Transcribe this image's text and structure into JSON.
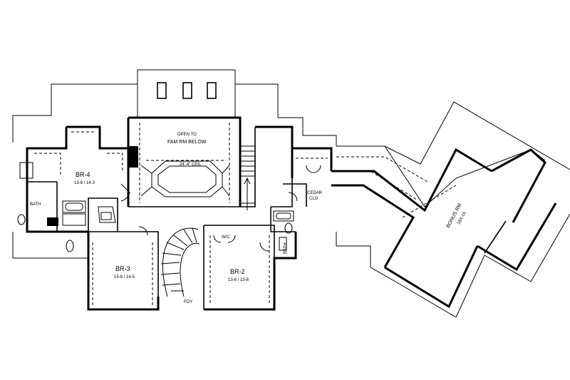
{
  "rooms": {
    "br4": {
      "name": "BR-4",
      "dims": "13-6 / 14-3"
    },
    "bath_left": {
      "name": "BATH"
    },
    "open_to": {
      "line1": "OPEN TO",
      "line2": "FAM RM BELOW",
      "ceiling": "24'-4\" CEIL"
    },
    "cedar": {
      "line1": "CEDAR",
      "line2": "CLO"
    },
    "wic": {
      "name": "W/C"
    },
    "bath_center": {
      "name": "BATH"
    },
    "br3": {
      "name": "BR-3",
      "dims": "15-8 / 14-5"
    },
    "br2": {
      "name": "BR-2",
      "dims": "13-8 / 13-8"
    },
    "foy": {
      "name": "FOY"
    },
    "bonus": {
      "name": "BONUS RM",
      "dims": "28X 16"
    }
  }
}
